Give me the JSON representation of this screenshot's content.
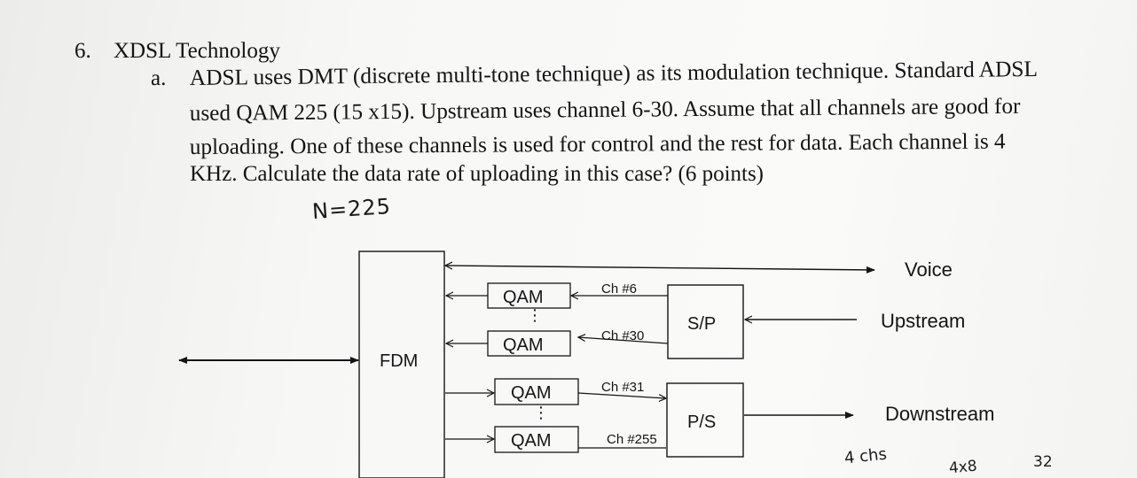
{
  "question": {
    "number": "6.",
    "title": "XDSL Technology",
    "part": {
      "letter": "a.",
      "lines": [
        "ADSL uses DMT (discrete multi-tone technique) as its modulation technique. Standard ADSL",
        "used QAM 225 (15 x15). Upstream uses channel 6-30. Assume that all channels are good for",
        "uploading. One of these channels is used for control and the rest for data. Each channel is 4",
        "KHz.  Calculate the data rate of uploading in this case? (6 points)"
      ]
    }
  },
  "handwritten": {
    "n_note": "N=225",
    "bottom_note_1": "4 chs",
    "bottom_note_2": "4x8",
    "bottom_note_3": "32"
  },
  "diagram": {
    "fdm_label": "FDM",
    "qam_label": "QAM",
    "sp_label": "S/P",
    "ps_label": "P/S",
    "channels": [
      "Ch #6",
      "Ch #30",
      "Ch #31",
      "Ch #255"
    ],
    "voice_label": "Voice",
    "upstream_label": "Upstream",
    "downstream_label": "Downstream"
  }
}
